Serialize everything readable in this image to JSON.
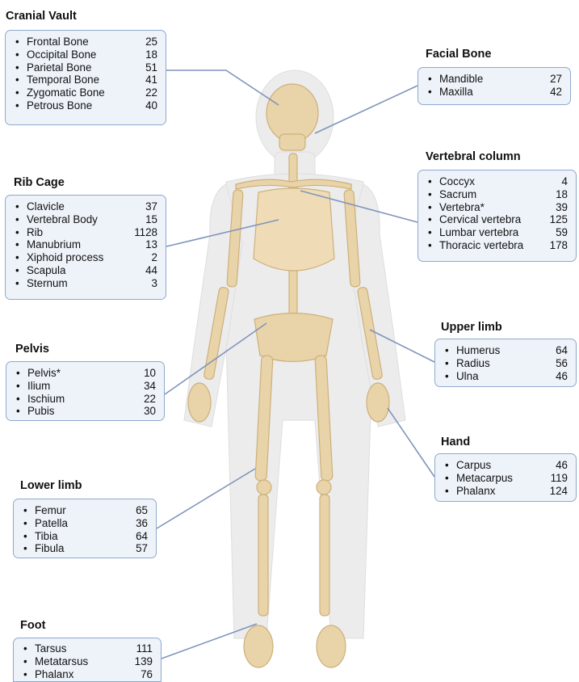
{
  "groups": [
    {
      "id": "cranial-vault",
      "title": "Cranial Vault",
      "items": [
        {
          "label": "Frontal Bone",
          "count": "25"
        },
        {
          "label": "Occipital Bone",
          "count": "18"
        },
        {
          "label": "Parietal Bone",
          "count": "51"
        },
        {
          "label": "Temporal Bone",
          "count": "41"
        },
        {
          "label": "Zygomatic Bone",
          "count": "22"
        },
        {
          "label": "Petrous Bone",
          "count": "40"
        }
      ]
    },
    {
      "id": "facial-bone",
      "title": "Facial Bone",
      "items": [
        {
          "label": "Mandible",
          "count": "27"
        },
        {
          "label": "Maxilla",
          "count": "42"
        }
      ]
    },
    {
      "id": "vertebral-column",
      "title": "Vertebral column",
      "items": [
        {
          "label": "Coccyx",
          "count": "4"
        },
        {
          "label": "Sacrum",
          "count": "18"
        },
        {
          "label": "Vertebra*",
          "count": "39"
        },
        {
          "label": "Cervical vertebra",
          "count": "125"
        },
        {
          "label": "Lumbar vertebra",
          "count": "59"
        },
        {
          "label": "Thoracic vertebra",
          "count": "178"
        }
      ]
    },
    {
      "id": "rib-cage",
      "title": "Rib Cage",
      "items": [
        {
          "label": "Clavicle",
          "count": "37"
        },
        {
          "label": "Vertebral Body",
          "count": "15"
        },
        {
          "label": "Rib",
          "count": "1128"
        },
        {
          "label": "Manubrium",
          "count": "13"
        },
        {
          "label": "Xiphoid process",
          "count": "2"
        },
        {
          "label": "Scapula",
          "count": "44"
        },
        {
          "label": "Sternum",
          "count": "3"
        }
      ]
    },
    {
      "id": "pelvis",
      "title": "Pelvis",
      "items": [
        {
          "label": "Pelvis*",
          "count": "10"
        },
        {
          "label": "Ilium",
          "count": "34"
        },
        {
          "label": "Ischium",
          "count": "22"
        },
        {
          "label": "Pubis",
          "count": "30"
        }
      ]
    },
    {
      "id": "upper-limb",
      "title": "Upper limb",
      "items": [
        {
          "label": "Humerus",
          "count": "64"
        },
        {
          "label": "Radius",
          "count": "56"
        },
        {
          "label": "Ulna",
          "count": "46"
        }
      ]
    },
    {
      "id": "hand",
      "title": "Hand",
      "items": [
        {
          "label": "Carpus",
          "count": "46"
        },
        {
          "label": "Metacarpus",
          "count": "119"
        },
        {
          "label": "Phalanx",
          "count": "124"
        }
      ]
    },
    {
      "id": "lower-limb",
      "title": "Lower limb",
      "items": [
        {
          "label": "Femur",
          "count": "65"
        },
        {
          "label": "Patella",
          "count": "36"
        },
        {
          "label": "Tibia",
          "count": "64"
        },
        {
          "label": "Fibula",
          "count": "57"
        }
      ]
    },
    {
      "id": "foot",
      "title": "Foot",
      "items": [
        {
          "label": "Tarsus",
          "count": "111"
        },
        {
          "label": "Metatarsus",
          "count": "139"
        },
        {
          "label": "Phalanx",
          "count": "76"
        }
      ]
    }
  ],
  "colors": {
    "bone": "#e9d3a8",
    "bone_stroke": "#cdb07c",
    "silhouette": "#ececec",
    "leader": "#7f94bb",
    "box_fill": "#eef3fa",
    "box_border": "#8fa8cf"
  }
}
